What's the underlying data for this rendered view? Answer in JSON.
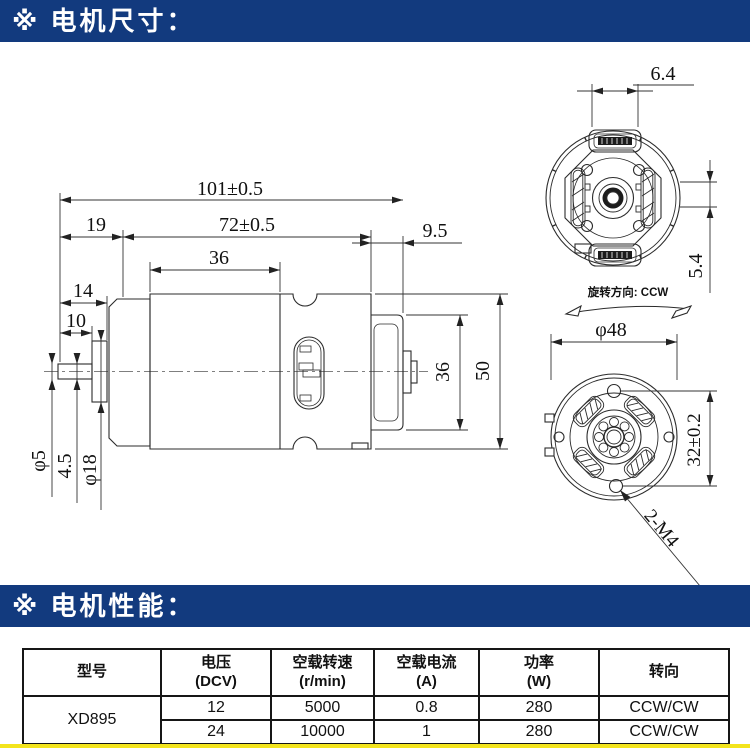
{
  "page": {
    "accent_blue": "#123a7e",
    "accent_yellow": "#f3e41c"
  },
  "headers": {
    "dimensions": "※ 电机尺寸：",
    "performance": "※ 电机性能："
  },
  "drawing": {
    "side_view": {
      "dim_total_length": "101±0.5",
      "dim_front_length": "19",
      "dim_body_length": "72±0.5",
      "dim_case_length": "36",
      "dim_rear_length": "9.5",
      "dim_shaft_step": "14",
      "dim_shaft_exposed": "10",
      "dim_shaft_dia": "φ5",
      "dim_collar_width": "4.5",
      "dim_collar_dia": "φ18",
      "dim_endcap_height": "36",
      "dim_body_height": "50"
    },
    "rear_view": {
      "dim_terminal_width": "6.4",
      "dim_terminal_offset": "5.4",
      "rotation_note": "旋转方向: CCW"
    },
    "front_view": {
      "dim_diameter": "φ48",
      "dim_hole_spacing": "32±0.2",
      "dim_mount_holes": "2-M4"
    }
  },
  "table": {
    "col_model": "型号",
    "col_voltage": "电压\n(DCV)",
    "col_speed": "空载转速\n(r/min)",
    "col_current": "空载电流\n(A)",
    "col_power": "功率\n(W)",
    "col_direction": "转向",
    "model": "XD895",
    "rows": [
      {
        "voltage": "12",
        "speed": "5000",
        "current": "0.8",
        "power": "280",
        "direction": "CCW/CW"
      },
      {
        "voltage": "24",
        "speed": "10000",
        "current": "1",
        "power": "280",
        "direction": "CCW/CW"
      }
    ]
  }
}
